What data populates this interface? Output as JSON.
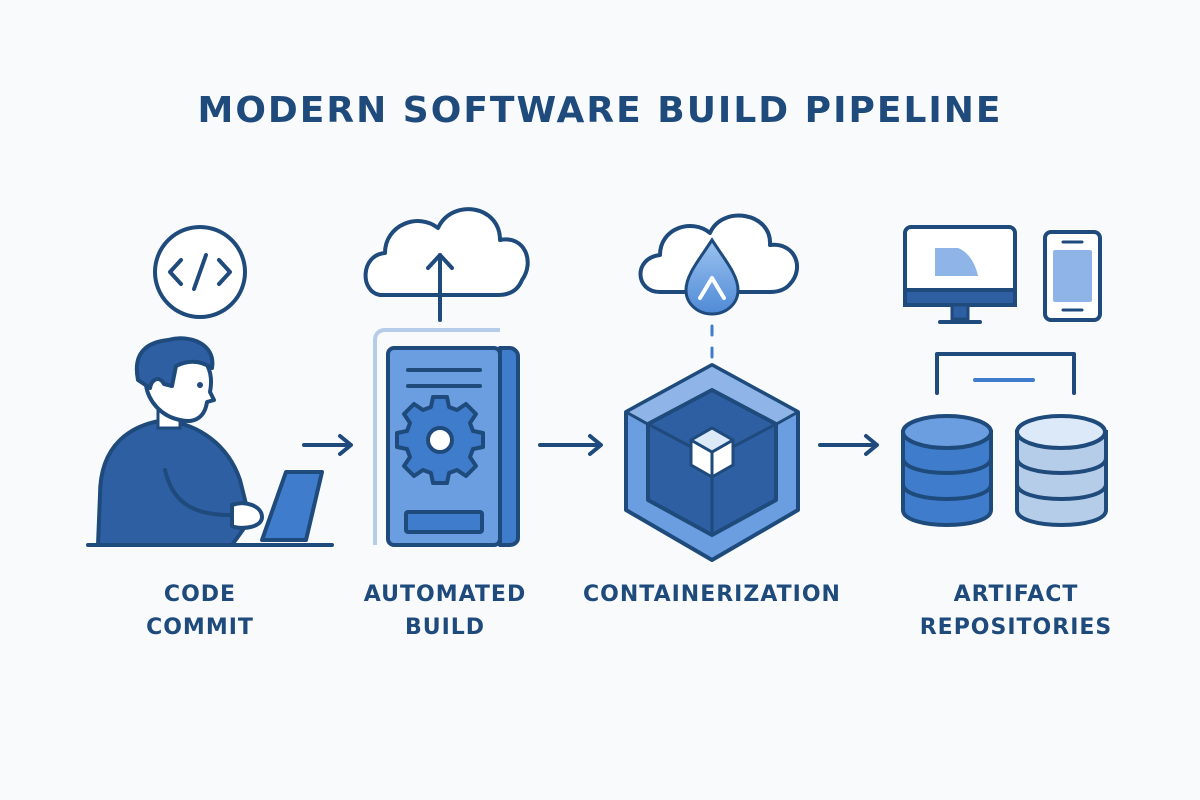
{
  "title": "MODERN SOFTWARE BUILD PIPELINE",
  "colors": {
    "dark_blue": "#1f4a7c",
    "mid_blue": "#3f7ccb",
    "light_blue": "#8fb5e8",
    "pale_blue": "#dce9f8",
    "background": "#f8fafc"
  },
  "stages": [
    {
      "line1": "CODE",
      "line2": "COMMIT",
      "icon": "developer-laptop-icon"
    },
    {
      "line1": "AUTOMATED",
      "line2": "BUILD",
      "icon": "build-server-icon"
    },
    {
      "line1": "CONTAINERIZATION",
      "line2": "",
      "icon": "container-cube-icon"
    },
    {
      "line1": "ARTIFACT",
      "line2": "REPOSITORIES",
      "icon": "database-icon"
    }
  ]
}
